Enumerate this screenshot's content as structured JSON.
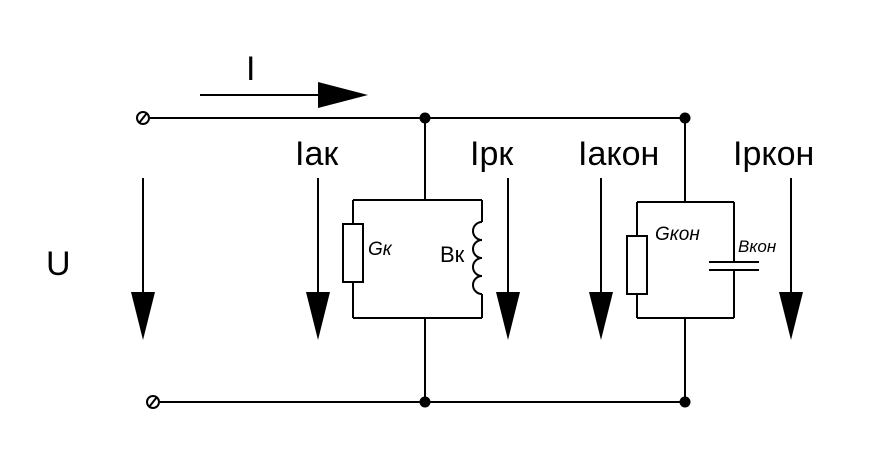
{
  "labels": {
    "current_total": "I",
    "voltage": "U",
    "ia_k": "Iак",
    "ir_k": "Iрк",
    "ia_kon": "Iакон",
    "ir_kon": "Iркон",
    "g_k": "Gк",
    "b_k": "Вк",
    "g_kon": "Gкон",
    "b_kon": "Вкон"
  },
  "colors": {
    "line": "#000000",
    "background": "#ffffff"
  }
}
